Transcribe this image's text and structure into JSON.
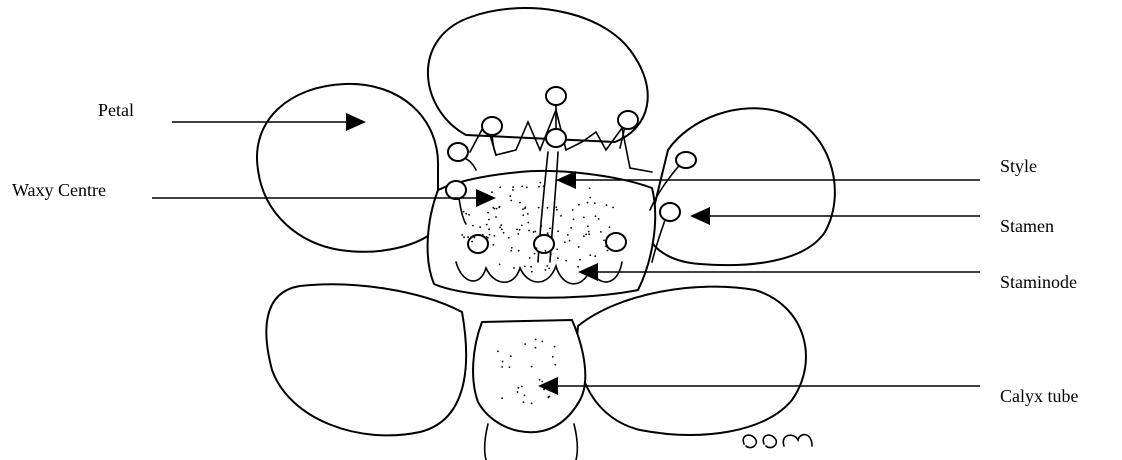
{
  "labels": {
    "petal": "Petal",
    "waxy_centre": "Waxy Centre",
    "style": "Style",
    "stamen": "Stamen",
    "staminode": "Staminode",
    "calyx_tube": "Calyx tube"
  }
}
